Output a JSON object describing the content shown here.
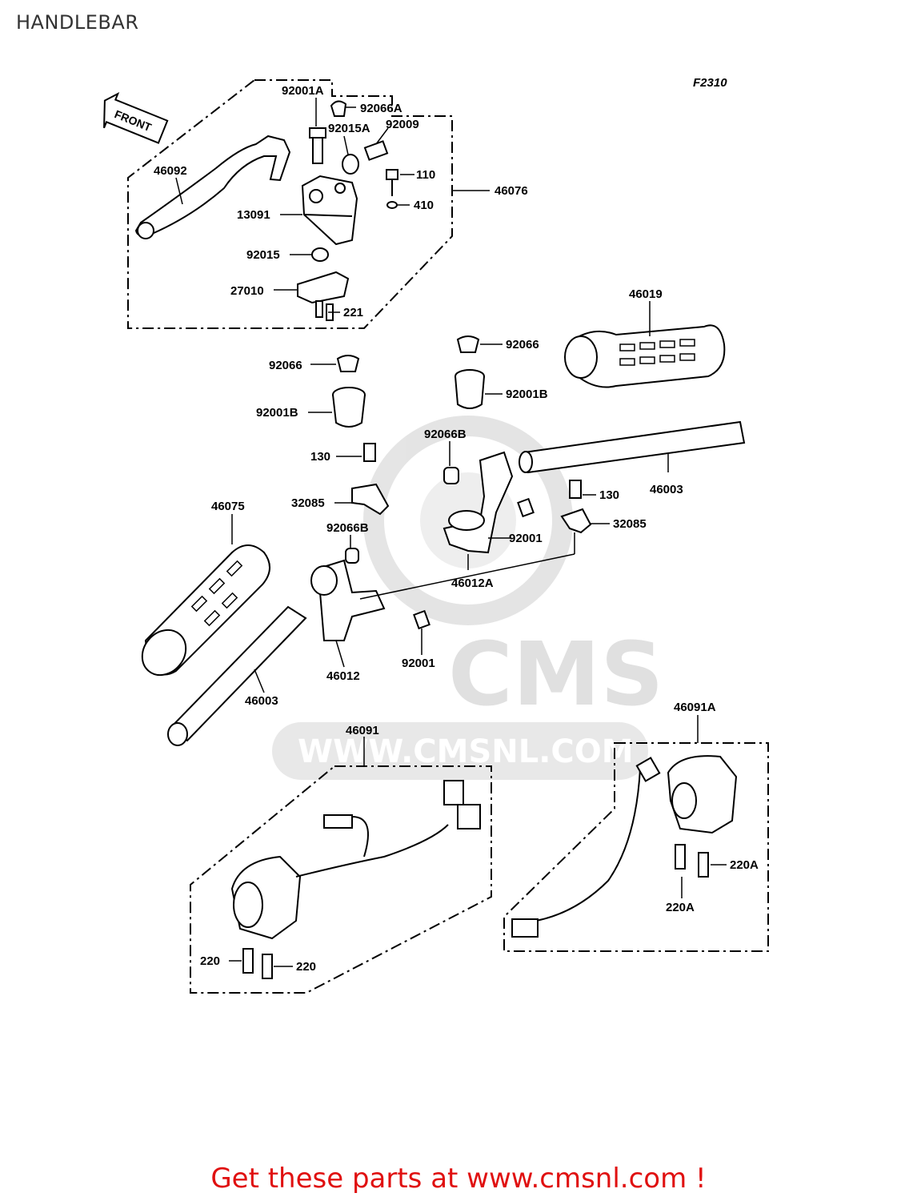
{
  "page": {
    "title": "HANDLEBAR",
    "figure_code": "F2310",
    "front_arrow": "FRONT"
  },
  "watermark": {
    "brand": "CMS",
    "url": "WWW.CMSNL.COM"
  },
  "parts": {
    "p92001A": "92001A",
    "p92066A": "92066A",
    "p92015A": "92015A",
    "p92009": "92009",
    "p46092": "46092",
    "p110": "110",
    "p46076": "46076",
    "p410": "410",
    "p13091": "13091",
    "p92015": "92015",
    "p27010": "27010",
    "p221": "221",
    "p46019": "46019",
    "p92066_r": "92066",
    "p92066_l": "92066",
    "p92001B_r": "92001B",
    "p92001B_l": "92001B",
    "p92066B_r": "92066B",
    "p130_l": "130",
    "p46003_r": "46003",
    "p130_r": "130",
    "p32085_l": "32085",
    "p32085_r": "32085",
    "p46075": "46075",
    "p92066B_l": "92066B",
    "p92001_r": "92001",
    "p46012A": "46012A",
    "p92001_l": "92001",
    "p46012": "46012",
    "p46003_l": "46003",
    "p46091A": "46091A",
    "p46091": "46091",
    "p220A_r": "220A",
    "p220A_b": "220A",
    "p220_l": "220",
    "p220_r": "220"
  },
  "footer": {
    "text": "Get these parts at www.cmsnl.com !",
    "color": "#e01010"
  }
}
